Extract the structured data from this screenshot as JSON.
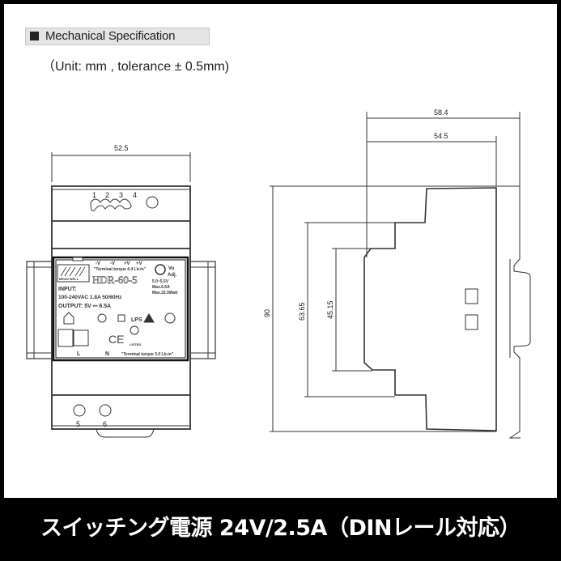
{
  "header": {
    "title": "Mechanical Specification",
    "unit_note": "（Unit: mm , tolerance ± 0.5mm)"
  },
  "front_view": {
    "width_dim": "52.5",
    "terminals_top": [
      "1",
      "2",
      "3",
      "4"
    ],
    "terminals_bottom": [
      "5",
      "6"
    ],
    "label": {
      "brand": "MEAN WELL",
      "model": "HDR-60-5",
      "polarity": [
        "-V",
        "-V",
        "+V",
        "+V"
      ],
      "torque_top": "\"Terminal torque 4.4 Lb-in\"",
      "vo_adj": [
        "Vo",
        "Adj."
      ],
      "range": [
        "5.0~5.5V",
        "Max.6.5A",
        "Max.32.5Watt"
      ],
      "input_label": "INPUT:",
      "input_value": "100-240VAC  1.8A  50/60Hz",
      "output": "OUTPUT: 5V ⎓ 6.5A",
      "lps": "LPS",
      "ce": "CE",
      "listed": "LISTED",
      "terminal_l": "L",
      "terminal_n": "N",
      "torque_bottom": "\"Terminal torque 3.0 Lb-in\""
    }
  },
  "side_view": {
    "dims": {
      "total_depth": "58.4",
      "body_depth": "54.5",
      "height": "90",
      "step1": "63.65",
      "step2": "45.15"
    }
  },
  "banner": {
    "text": "スイッチング電源 24V/2.5A（DINレール対応）"
  }
}
